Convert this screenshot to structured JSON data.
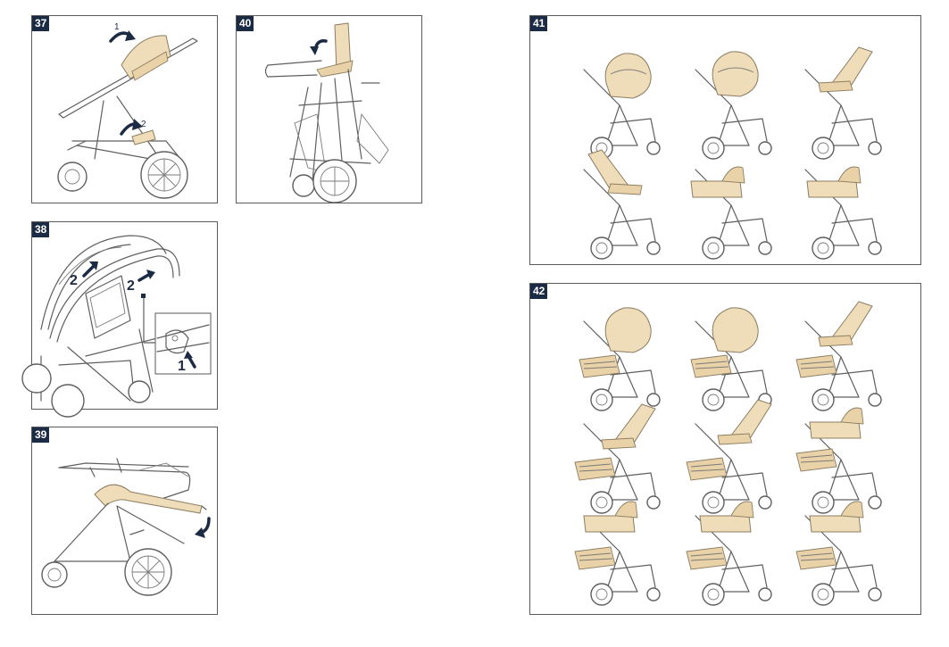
{
  "panels": {
    "p37": {
      "number": "37",
      "step_labels": [
        "1",
        "2"
      ]
    },
    "p38": {
      "number": "38",
      "step_labels": [
        "2",
        "2",
        "1"
      ]
    },
    "p39": {
      "number": "39"
    },
    "p40": {
      "number": "40"
    },
    "p41": {
      "number": "41"
    },
    "p42": {
      "number": "42"
    }
  },
  "colors": {
    "badge": "#1c2b44",
    "fabric": "#efdcb8",
    "frame_line": "#5f5f5f"
  },
  "icons": [
    "curved-arrow-icon",
    "straight-arrow-icon"
  ]
}
